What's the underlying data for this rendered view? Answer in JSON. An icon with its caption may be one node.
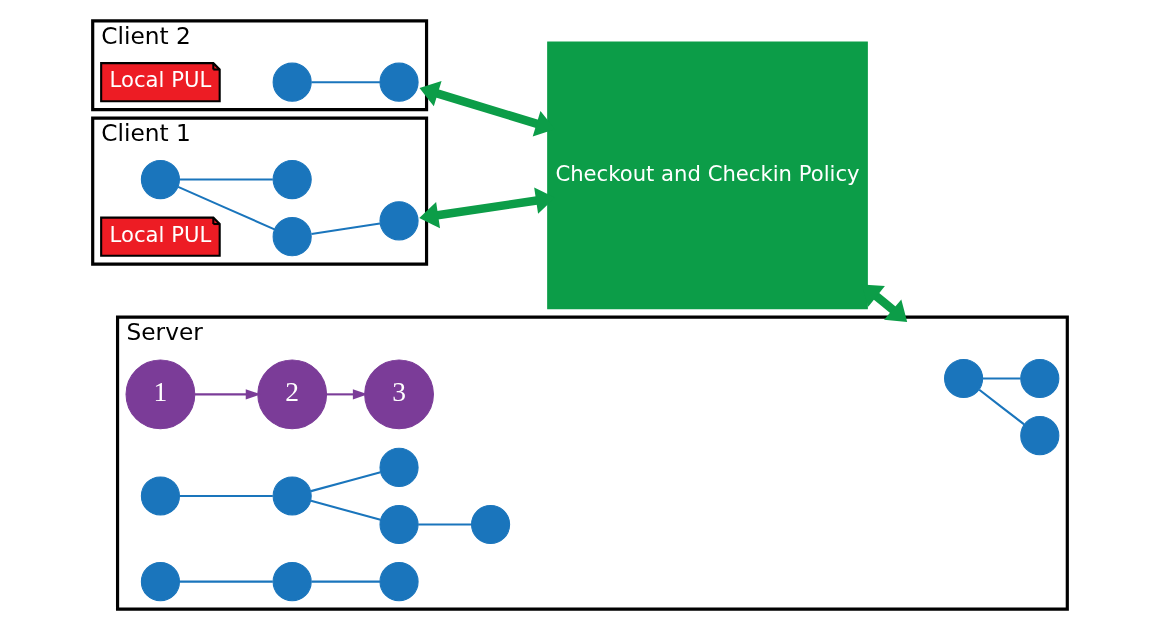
{
  "diagram": {
    "nodes": [
      {
        "text": [
          "Client 1"
        ]
      },
      {
        "text": [],
        "shape": "circle",
        "in": 0
      },
      {
        "text": [],
        "shape": "circle",
        "in": 0
      },
      {
        "text": [],
        "shape": "circle",
        "in": 0
      },
      {
        "text": [],
        "shape": "circle",
        "in": 0
      },
      {
        "text": [
          "Local PUL"
        ],
        "in": 0
      },
      {
        "text": [
          "Client 2"
        ]
      },
      {
        "text": [],
        "shape": "circle",
        "in": 6
      },
      {
        "text": [],
        "shape": "circle",
        "in": 6
      },
      {
        "text": [
          "Local PUL"
        ],
        "in": 6
      },
      {
        "text": [
          "Checkout and Checkin Policy"
        ]
      },
      {
        "text": [
          "Server"
        ]
      },
      {
        "text": [],
        "shape": "circle",
        "in": 11
      },
      {
        "text": [],
        "shape": "circle",
        "in": 11
      },
      {
        "text": [],
        "shape": "circle",
        "in": 11
      },
      {
        "text": [
          "1"
        ],
        "in": 11
      },
      {
        "text": [],
        "shape": "circle",
        "in": 11
      },
      {
        "text": [],
        "shape": "circle",
        "in": 11
      },
      {
        "text": [],
        "shape": "circle",
        "in": 11
      },
      {
        "text": [],
        "shape": "circle",
        "in": 11
      },
      {
        "text": [],
        "shape": "circle",
        "in": 11
      },
      {
        "text": [
          "2"
        ],
        "in": 11
      },
      {
        "text": [],
        "shape": "circle",
        "in": 11
      },
      {
        "text": [],
        "shape": "circle",
        "in": 11
      },
      {
        "text": [],
        "shape": "circle",
        "in": 11
      },
      {
        "text": [
          "3"
        ],
        "in": 11
      }
    ],
    "edges": [
      {
        "from": 1,
        "to": 2,
        "arrow": "none"
      },
      {
        "from": 2,
        "to": 3,
        "arrow": "none"
      },
      {
        "from": 1,
        "to": 4,
        "arrow": "none"
      },
      {
        "from": 7,
        "to": 8,
        "arrow": "none"
      },
      {
        "from": 0,
        "to": 10,
        "arrow": "both",
        "style": "thick",
        "color": "#0c9d48"
      },
      {
        "from": 6,
        "to": 10,
        "arrow": "both",
        "style": "thick",
        "color": "#0c9d48"
      },
      {
        "from": 10,
        "to": 11,
        "arrow": "both",
        "style": "thick",
        "color": "#0c9d48"
      },
      {
        "from": 12,
        "to": 13,
        "arrow": "none"
      },
      {
        "from": 12,
        "to": 14,
        "arrow": "none"
      },
      {
        "from": 16,
        "to": 17,
        "arrow": "none"
      },
      {
        "from": 17,
        "to": 18,
        "arrow": "none"
      },
      {
        "from": 18,
        "to": 20,
        "arrow": "none"
      },
      {
        "from": 17,
        "to": 19,
        "arrow": "none"
      },
      {
        "from": 22,
        "to": 23,
        "arrow": "none"
      },
      {
        "from": 23,
        "to": 24,
        "arrow": "none"
      },
      {
        "from": 15,
        "to": 21,
        "arrow": "to",
        "color": "#7b3c98"
      },
      {
        "from": 21,
        "to": 25,
        "arrow": "to",
        "color": "#7b3c98"
      }
    ]
  }
}
